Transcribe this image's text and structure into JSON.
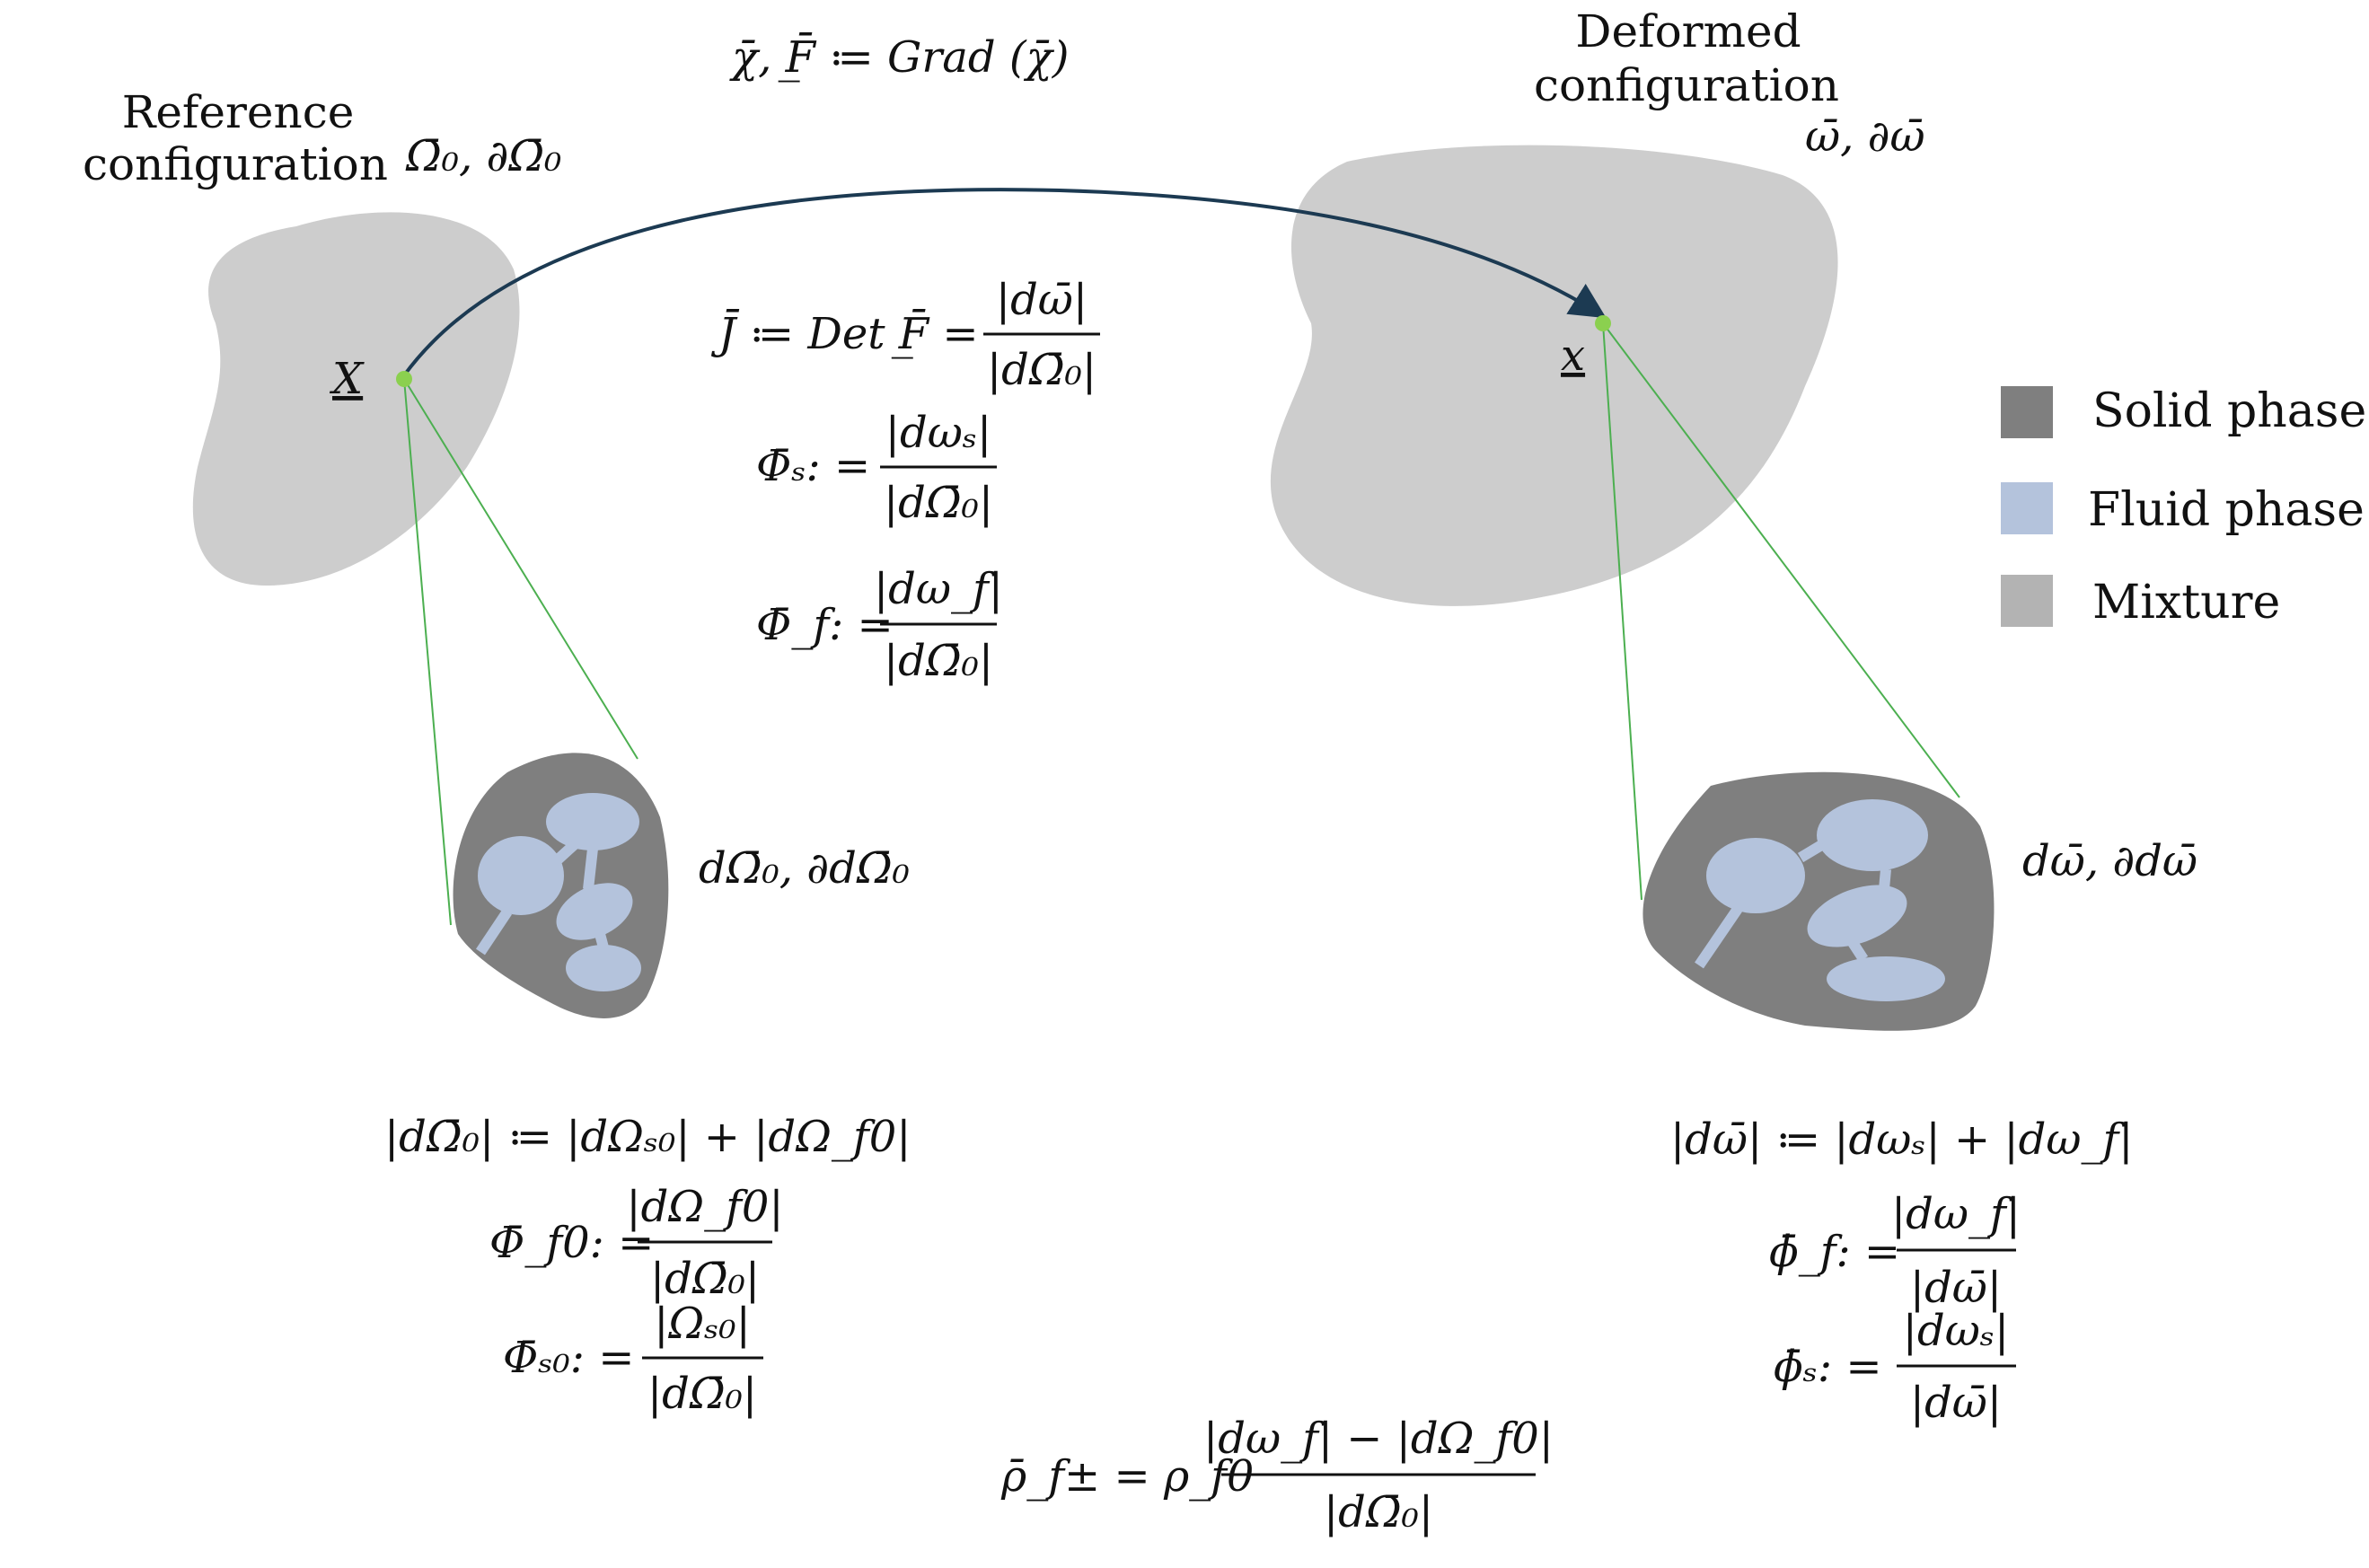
{
  "colors": {
    "solid": "#7f7f7f",
    "fluid": "#b4c3dc",
    "mixture": "#cdcdcd",
    "arrow": "#1c3a52",
    "point": "#8bd04f",
    "zoom_line": "#4caf50"
  },
  "mapping_formula": "χ̄, F̲̄  ≔  Grad (χ̄)",
  "reference": {
    "title_line1": "Reference",
    "title_line2": "configuration",
    "domain_label": "Ω̄₀, ∂Ω̄₀",
    "point_label": "X",
    "element_label": "dΩ̄₀, ∂dΩ̄₀"
  },
  "deformed": {
    "title_line1": "Deformed",
    "title_line2": "configuration",
    "domain_label": "ω̄, ∂ω̄",
    "point_label": "x",
    "element_label": "dω̄, ∂dω̄"
  },
  "center_equations": {
    "J": {
      "lhs": "J̄ ≔ Det F̲̄ =",
      "num": "|dω̄|",
      "den": "|dΩ̄₀|"
    },
    "Phi_s": {
      "lhs": "Φ̄ₛ: =",
      "num": "|dωₛ|",
      "den": "|dΩ̄₀|"
    },
    "Phi_f": {
      "lhs": "Φ̄_f: =",
      "num": "|dω_f|",
      "den": "|dΩ̄₀|"
    }
  },
  "reference_equations": {
    "volume": "|dΩ̄₀| ≔ |dΩₛ₀| + |dΩ_f0|",
    "Phi_f0": {
      "lhs": "Φ̄_f0: =",
      "num": "|dΩ_f0|",
      "den": "|dΩ̄₀|"
    },
    "Phi_s0": {
      "lhs": "Φ̄ₛ₀: =",
      "num": "|Ωₛ₀|",
      "den": "|dΩ̄₀|"
    }
  },
  "deformed_equations": {
    "volume": "|dω̄| ≔ |dωₛ| + |dω_f|",
    "phi_f": {
      "lhs": "ϕ̄_f: =",
      "num": "|dω_f|",
      "den": "|dω̄|"
    },
    "phi_s": {
      "lhs": "ϕ̄ₛ: =",
      "num": "|dωₛ|",
      "den": "|dω̄|"
    }
  },
  "density_equation": {
    "lhs": "ρ̄_f± = ρ_f0",
    "num": "|dω_f| − |dΩ_f0|",
    "den": "|dΩ̄₀|"
  },
  "legend": [
    {
      "label": "Solid phase",
      "color": "#7f7f7f"
    },
    {
      "label": "Fluid phase",
      "color": "#b4c3dc"
    },
    {
      "label": "Mixture",
      "color": "#b3b3b3"
    }
  ]
}
